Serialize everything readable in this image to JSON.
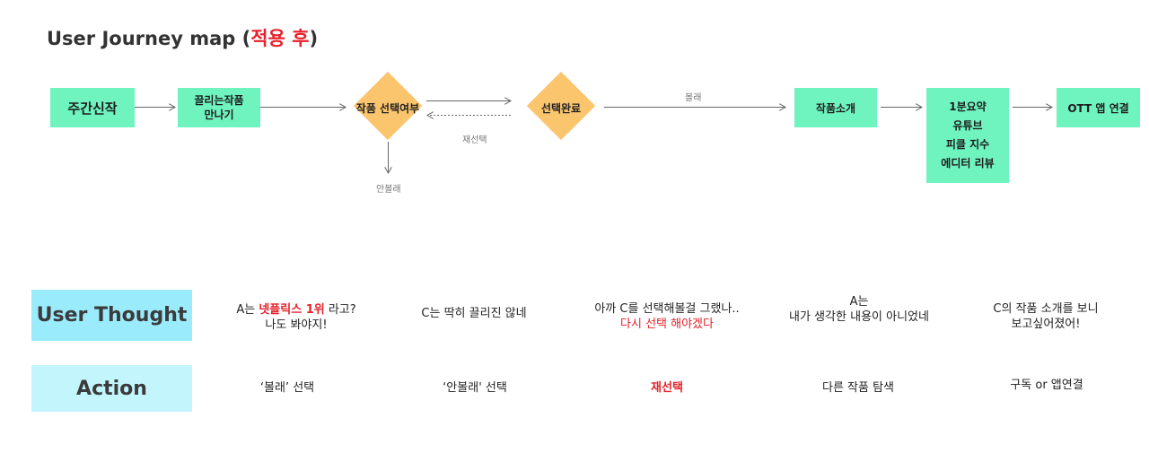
{
  "title": {
    "main": "User Journey map (",
    "highlight": "적용 후",
    "close": ")"
  },
  "flow": {
    "start": "주간신작",
    "meet": [
      "끌리는작품",
      "만나기"
    ],
    "decision": "작품 선택여부",
    "done": "선택완료",
    "intro": "작품소개",
    "summary": [
      "1분요약",
      "유튜브",
      "피클 지수",
      "에디터 리뷰"
    ],
    "ott": "OTT 앱 연결",
    "label_watch": "볼래",
    "label_reselect": "재선택",
    "label_nowatch": "안볼래"
  },
  "rows": {
    "thought_label": "User Thought",
    "action_label": "Action"
  },
  "thoughts": {
    "t1": {
      "a": "A는 ",
      "b": "넷플릭스 1위",
      "c": " 라고?",
      "d": "나도 봐야지!"
    },
    "t2": "C는 딱히 끌리진 않네",
    "t3": {
      "a": "아까 C를 선택해볼걸 그랬나..",
      "b": "다시 선택 해야겠다"
    },
    "t4": {
      "a": "A는",
      "b": "내가 생각한 내용이 아니었네"
    },
    "t5": {
      "a": "C의 작품 소개를 보니",
      "b": "보고싶어졌어!"
    }
  },
  "actions": {
    "a1": "‘볼래’ 선택",
    "a2": "‘안볼래' 선택",
    "a3": "재선택",
    "a4": "다른 작품 탐색",
    "a5": "구독 or 앱연결"
  },
  "colors": {
    "green": "#6ff3bf",
    "diamond": "#fbc56e",
    "thought_bg": "#9aebfb",
    "action_bg": "#c3f5fc",
    "highlight": "#e8202a"
  }
}
